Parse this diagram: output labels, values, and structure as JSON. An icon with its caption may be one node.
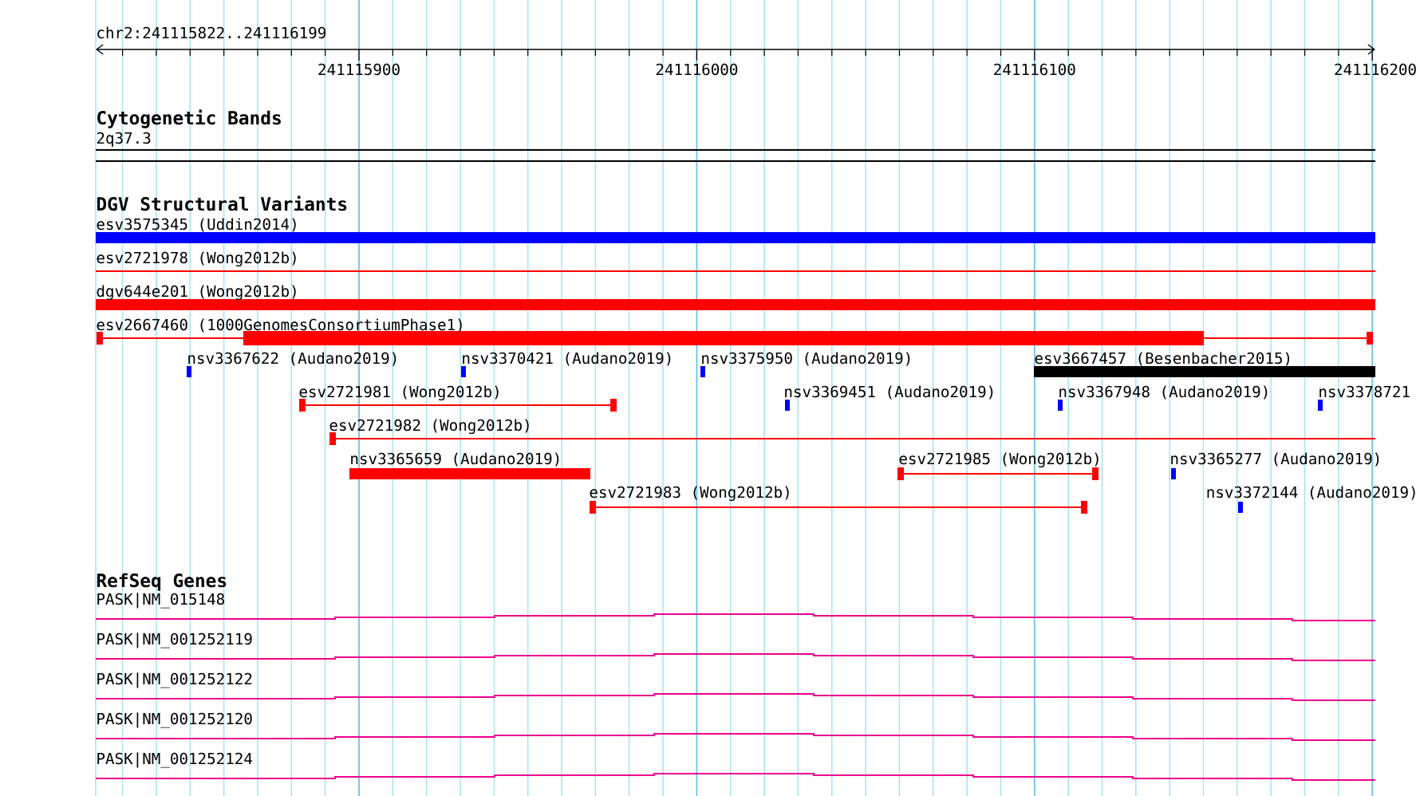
{
  "diagram": {
    "nodes": [
      {
        "text": [
          "esv3575345 (Uddin2014)"
        ]
      },
      {
        "text": [
          "esv2721978 (Wong2012b)"
        ]
      },
      {
        "text": [
          "dgv644e201 (Wong2012b)"
        ]
      },
      {
        "text": [
          "esv2667460 (1000GenomesConsortiumPhase1)"
        ]
      },
      {
        "text": [
          "nsv3367622 (Audano2019)"
        ]
      },
      {
        "text": [
          "nsv3370421 (Audano2019)"
        ]
      },
      {
        "text": [
          "nsv3375950 (Audano2019)"
        ]
      },
      {
        "text": [
          "esv3667457 (Besenbacher2015)"
        ]
      },
      {
        "text": [
          "esv2721981 (Wong2012b)"
        ]
      },
      {
        "text": [
          "nsv3369451 (Audano2019)"
        ]
      },
      {
        "text": [
          "nsv3367948 (Audano2019)"
        ]
      },
      {
        "text": [
          "nsv3378721"
        ]
      },
      {
        "text": [
          "esv2721982 (Wong2012b)"
        ]
      },
      {
        "text": [
          "nsv3365659 (Audano2019)"
        ]
      },
      {
        "text": [
          "esv2721985 (Wong2012b)"
        ]
      },
      {
        "text": [
          "nsv3365277 (Audano2019)"
        ]
      },
      {
        "text": [
          "esv2721983 (Wong2012b)"
        ]
      },
      {
        "text": [
          "nsv3372144 (Audano2019)"
        ]
      },
      {
        "text": [
          "PASK|NM_015148"
        ]
      },
      {
        "text": [
          "PASK|NM_001252119"
        ]
      },
      {
        "text": [
          "PASK|NM_001252122"
        ]
      },
      {
        "text": [
          "PASK|NM_001252120"
        ]
      },
      {
        "text": [
          "PASK|NM_001252124"
        ]
      }
    ],
    "labels": [
      "chr2:241115822..241116199",
      "241115900",
      "241116000",
      "241116100",
      "241116200",
      "Cytogenetic Bands",
      "2q37.3",
      "DGV Structural Variants",
      "RefSeq Genes"
    ]
  }
}
